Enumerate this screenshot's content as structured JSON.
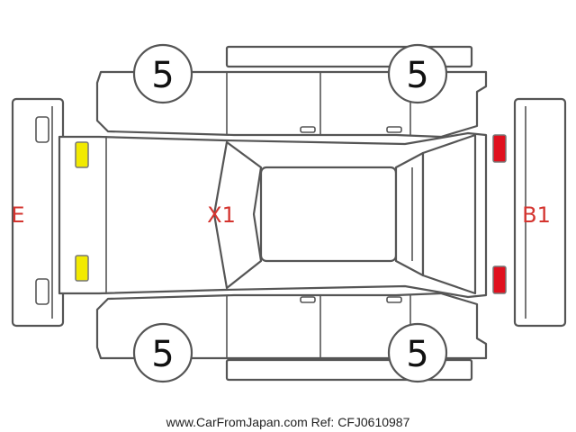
{
  "labels": {
    "front": "E",
    "roof": "X1",
    "rear": "B1"
  },
  "tires": {
    "front_left": "5",
    "front_right": "5",
    "rear_left": "5",
    "rear_right": "5"
  },
  "watermark": "www.CarFromJapan.com Ref: CFJ0610987",
  "colors": {
    "line": "#555555",
    "label": "#d4342f",
    "yellow_marker": "#f2ea00",
    "red_marker": "#e0101e"
  }
}
